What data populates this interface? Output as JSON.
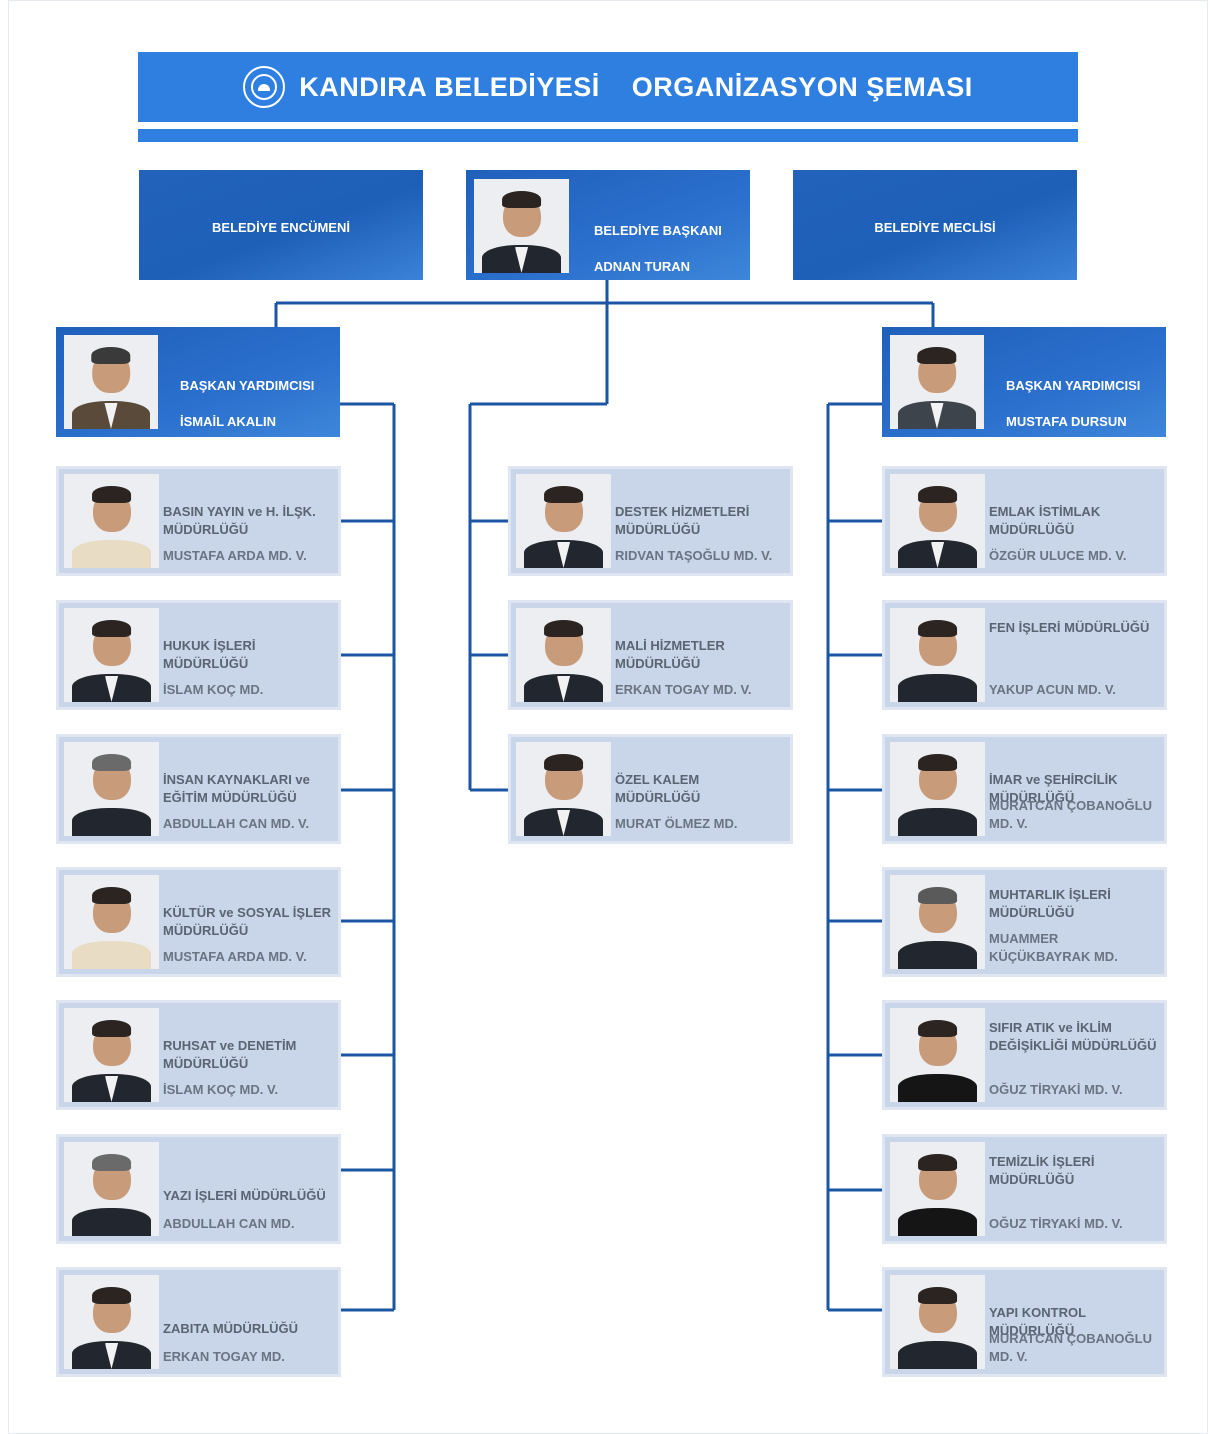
{
  "header": {
    "title_left": "KANDIRA BELEDİYESİ",
    "title_right": "ORGANİZASYON ŞEMASI",
    "logo_icon": "municipality-seal-icon"
  },
  "top": {
    "council_left": "BELEDİYE ENCÜMENİ",
    "mayor_title": "BELEDİYE BAŞKANI",
    "mayor_name": "ADNAN TURAN",
    "council_right": "BELEDİYE MECLİSİ"
  },
  "deputies": {
    "left": {
      "title": "BAŞKAN YARDIMCISI",
      "name": "İSMAİL AKALIN"
    },
    "right": {
      "title": "BAŞKAN YARDIMCISI",
      "name": "MUSTAFA DURSUN"
    }
  },
  "left_units": [
    {
      "dept": "BASIN YAYIN ve H. İLŞK. MÜDÜRLÜĞÜ",
      "manager": "MUSTAFA ARDA MD. V."
    },
    {
      "dept": "HUKUK İŞLERİ MÜDÜRLÜĞÜ",
      "manager": "İSLAM KOÇ MD."
    },
    {
      "dept": "İNSAN KAYNAKLARI ve EĞİTİM MÜDÜRLÜĞÜ",
      "manager": "ABDULLAH CAN MD. V."
    },
    {
      "dept": "KÜLTÜR ve SOSYAL İŞLER MÜDÜRLÜĞÜ",
      "manager": "MUSTAFA ARDA MD. V."
    },
    {
      "dept": "RUHSAT ve DENETİM MÜDÜRLÜĞÜ",
      "manager": "İSLAM KOÇ MD. V."
    },
    {
      "dept": "YAZI İŞLERİ MÜDÜRLÜĞÜ",
      "manager": "ABDULLAH CAN MD."
    },
    {
      "dept": "ZABITA MÜDÜRLÜĞÜ",
      "manager": "ERKAN TOGAY MD."
    }
  ],
  "center_units": [
    {
      "dept": "DESTEK HİZMETLERİ MÜDÜRLÜĞÜ",
      "manager": "RIDVAN TAŞOĞLU MD. V."
    },
    {
      "dept": "MALİ HİZMETLER MÜDÜRLÜĞÜ",
      "manager": "ERKAN TOGAY MD. V."
    },
    {
      "dept": "ÖZEL KALEM MÜDÜRLÜĞÜ",
      "manager": "MURAT ÖLMEZ MD."
    }
  ],
  "right_units": [
    {
      "dept": "EMLAK İSTİMLAK MÜDÜRLÜĞÜ",
      "manager": "ÖZGÜR ULUCE MD. V."
    },
    {
      "dept": "FEN İŞLERİ MÜDÜRLÜĞÜ",
      "manager": "YAKUP ACUN MD. V."
    },
    {
      "dept": "İMAR ve ŞEHİRCİLİK MÜDÜRLÜĞÜ",
      "manager": "MURATCAN ÇOBANOĞLU MD. V."
    },
    {
      "dept": "MUHTARLIK İŞLERİ MÜDÜRLÜĞÜ",
      "manager": "MUAMMER KÜÇÜKBAYRAK MD."
    },
    {
      "dept": "SIFIR ATIK ve İKLİM DEĞİŞİKLİĞİ MÜDÜRLÜĞÜ",
      "manager": "OĞUZ TİRYAKİ MD. V."
    },
    {
      "dept": "TEMİZLİK İŞLERİ MÜDÜRLÜĞÜ",
      "manager": "OĞUZ TİRYAKİ MD. V."
    },
    {
      "dept": "YAPI KONTROL MÜDÜRLÜĞÜ",
      "manager": "MURATCAN ÇOBANOĞLU MD. V."
    }
  ],
  "colors": {
    "header_blue": "#2f7fe0",
    "box_blue": "#1f60bb",
    "card_bg": "#c9d5e8",
    "line_blue": "#1b56a6"
  }
}
